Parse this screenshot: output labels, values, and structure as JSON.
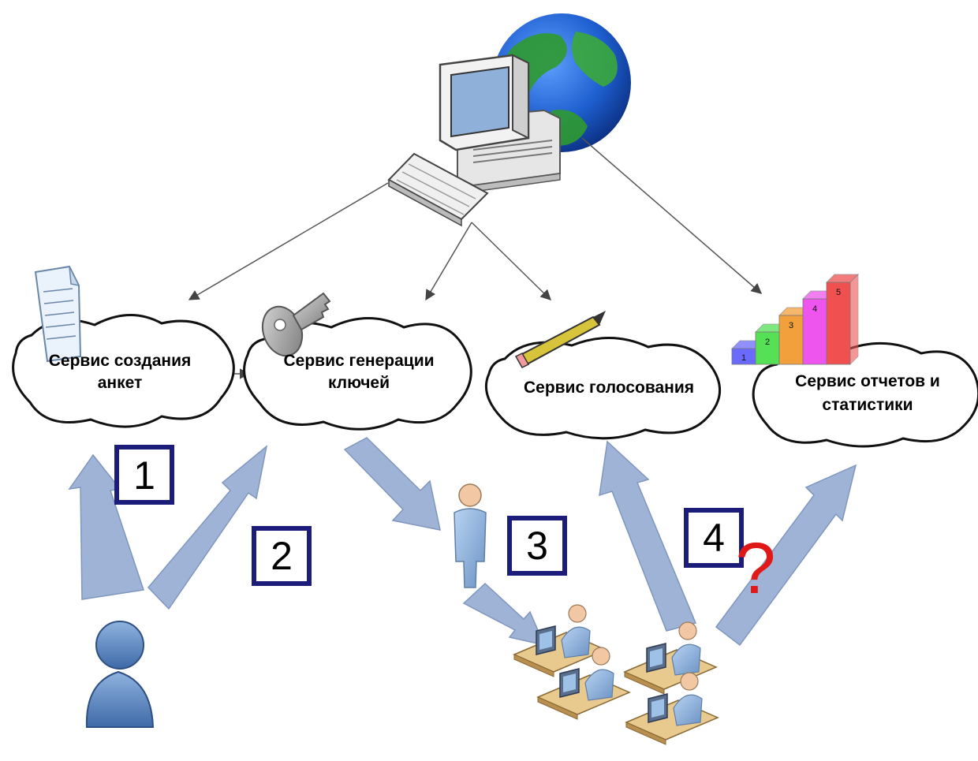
{
  "services": [
    {
      "id": "survey",
      "lines": [
        "Сервис создания",
        "анкет"
      ]
    },
    {
      "id": "keys",
      "lines": [
        "Сервис генерации",
        "ключей"
      ]
    },
    {
      "id": "voting",
      "lines": [
        "Сервис голосования"
      ]
    },
    {
      "id": "reports",
      "lines": [
        "Сервис отчетов и",
        "статистики"
      ]
    }
  ],
  "steps": [
    "1",
    "2",
    "3",
    "4"
  ],
  "question_mark": "?",
  "bar_labels": [
    "1",
    "2",
    "3",
    "4",
    "5"
  ],
  "colors": {
    "big_arrow_fill": "#9fb3d6",
    "big_arrow_stroke": "#6f86b4",
    "step_box_border": "#1c1c7a",
    "question_mark": "#e01818",
    "bars": [
      "#6a6aff",
      "#55e055",
      "#f2a03c",
      "#ee55ee",
      "#f05050"
    ]
  },
  "icons": [
    "computer-icon",
    "globe-icon",
    "document-icon",
    "key-icon",
    "pencil-icon",
    "bar-chart-icon",
    "admin-user-icon",
    "voter-user-icon",
    "voters-group-icon"
  ]
}
